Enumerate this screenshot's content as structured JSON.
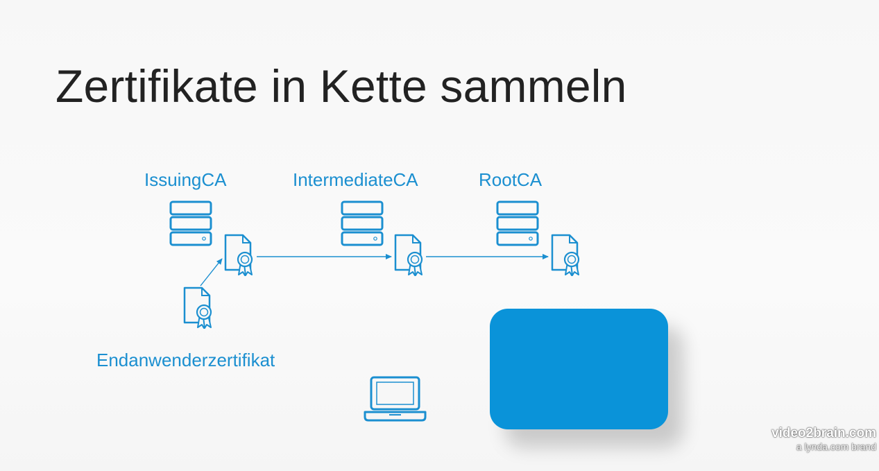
{
  "slide": {
    "title": "Zertifikate in Kette sammeln"
  },
  "nodes": {
    "issuing_ca": "IssuingCA",
    "intermediate_ca": "IntermediateCA",
    "root_ca": "RootCA",
    "end_user_cert": "Endanwenderzertifikat"
  },
  "icons": {
    "server": "server-icon",
    "certificate": "certificate-icon",
    "laptop": "laptop-icon"
  },
  "colors": {
    "accent": "#1b8fd0",
    "box": "#0a93d9",
    "title": "#222222"
  },
  "branding": {
    "line1": "video2brain.com",
    "line2": "a lynda.com brand"
  }
}
